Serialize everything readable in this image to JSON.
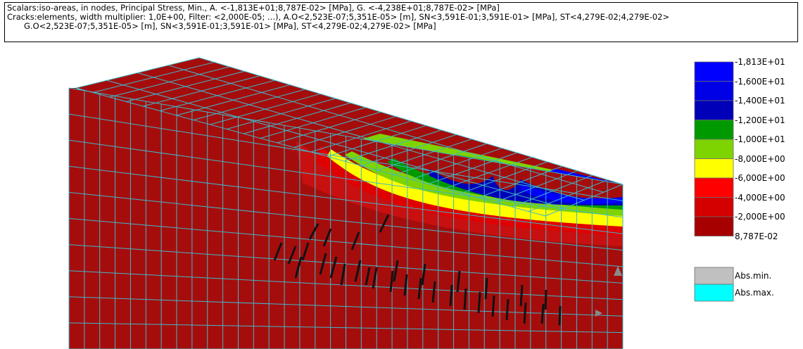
{
  "header": {
    "line1": "Scalars:iso-areas, in nodes, Principal Stress, Min., A. <-1,813E+01;8,787E-02> [MPa], G. <-4,238E+01;8,787E-02> [MPa]",
    "line2": "Cracks:elements, width multiplier: 1,0E+00, Filter: <2,000E-05; ...), A.O<2,523E-07;5,351E-05> [m], SN<3,591E-01;3,591E-01> [MPa], ST<4,279E-02;4,279E-02>",
    "line3": "G.O<2,523E-07;5,351E-05> [m], SN<3,591E-01;3,591E-01> [MPa], ST<4,279E-02;4,279E-02> [MPa]"
  },
  "legend": {
    "labels": [
      "-1,813E+01",
      "-1,600E+01",
      "-1,400E+01",
      "-1,200E+01",
      "-1,000E+01",
      "-8,000E+00",
      "-6,000E+00",
      "-4,000E+00",
      "-2,000E+00",
      "8,787E-02"
    ],
    "colors": [
      "#0000ff",
      "#0000e6",
      "#0000b8",
      "#009a00",
      "#7ed400",
      "#ffff00",
      "#ff0000",
      "#d40000",
      "#a60000"
    ],
    "abs": [
      {
        "label": "Abs.min.",
        "color": "#c0c0c0"
      },
      {
        "label": "Abs.max.",
        "color": "#00ffff"
      }
    ]
  },
  "model": {
    "mesh_color": "#3fb8c8",
    "base_color": "#a50d0d",
    "crack_color": "#111111"
  }
}
